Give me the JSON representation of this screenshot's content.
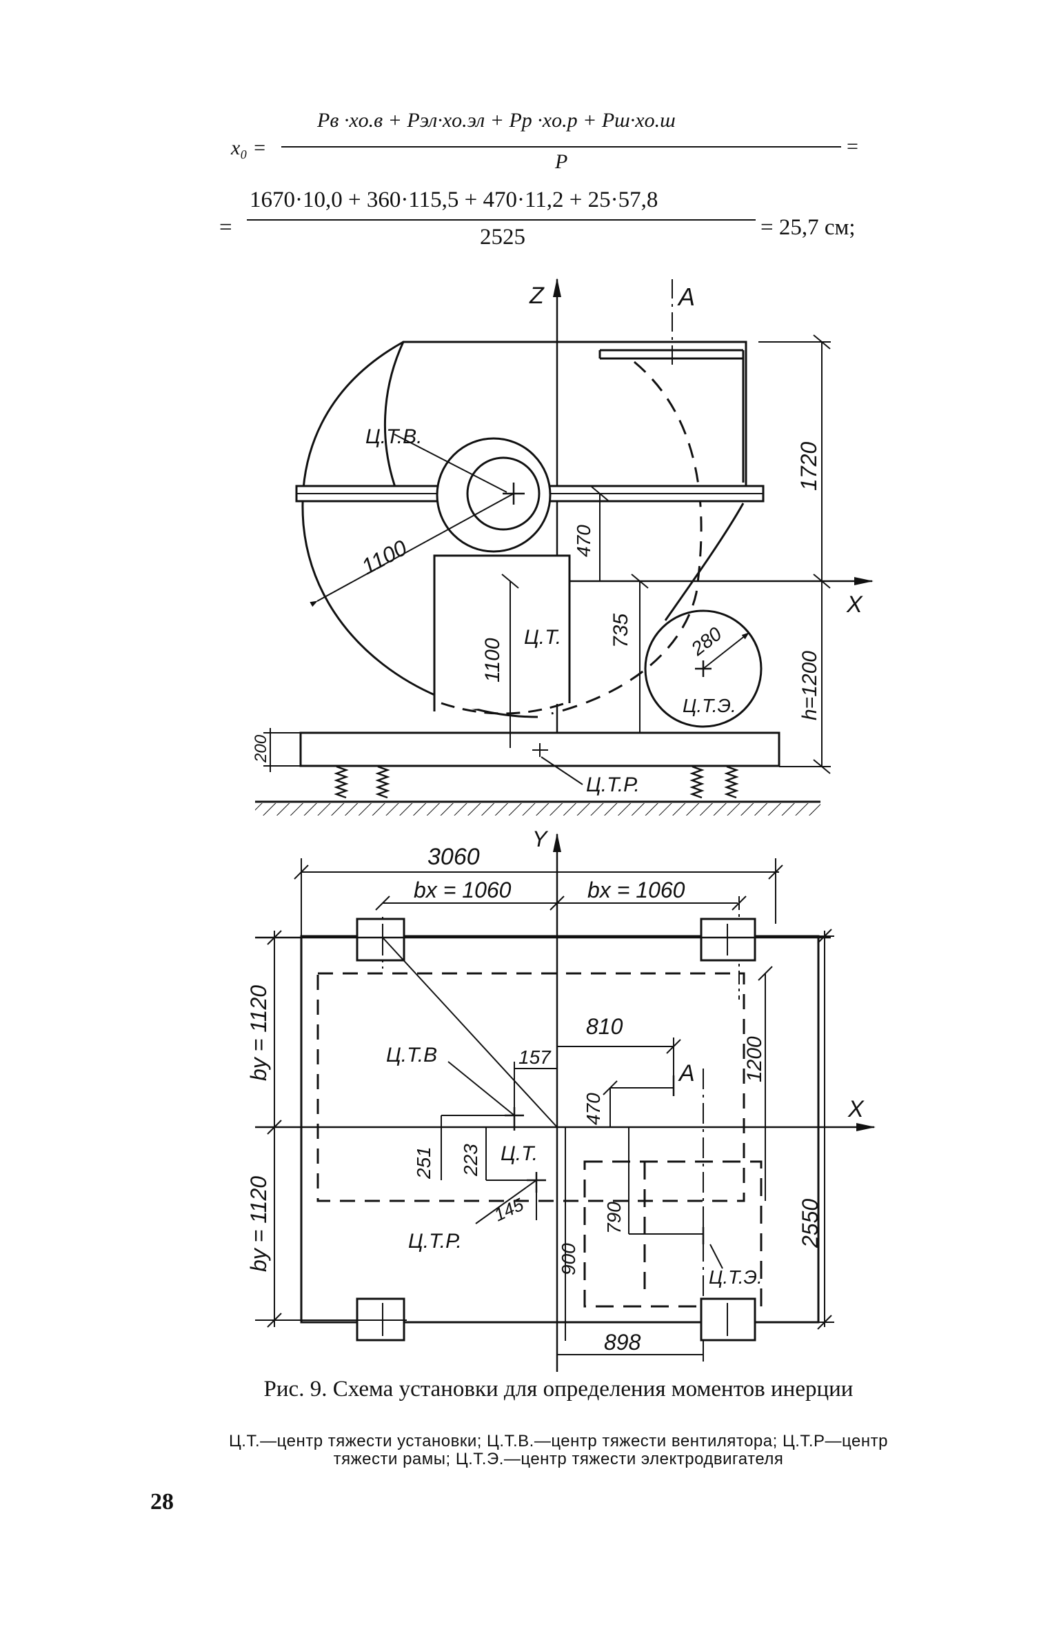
{
  "formula": {
    "lhs": "x₀ =",
    "numerator": "Pв ·xо.в + Pэл·xо.эл + Pр ·xо.р + Pш·xо.ш",
    "denominator": "P",
    "eq_tail": "=",
    "eq_lead": "=",
    "numeric_numerator": "1670·10,0 + 360·115,5 + 470·11,2 + 25·57,8",
    "numeric_denominator": "2525",
    "result": "= 25,7 см;"
  },
  "elevation": {
    "axis_z": "Z",
    "axis_x": "X",
    "section_a": "A",
    "labels": {
      "ctv": "Ц.Т.В.",
      "ct": "Ц.Т.",
      "cte": "Ц.Т.Э.",
      "ctr": "Ц.Т.Р."
    },
    "dims": {
      "r1100": "1100",
      "d470": "470",
      "d1720": "1720",
      "d1100v": "1100",
      "d735": "735",
      "d280": "280",
      "h1200": "h=1200",
      "d200": "200"
    }
  },
  "plan": {
    "axis_y": "Y",
    "axis_x": "X",
    "section_a": "A",
    "labels": {
      "ctv": "Ц.Т.В",
      "ct": "Ц.Т.",
      "cte": "Ц.Т.Э.",
      "ctr": "Ц.Т.Р."
    },
    "dims": {
      "d3060": "3060",
      "bx_left": "bx = 1060",
      "bx_right": "bx = 1060",
      "by_top": "by = 1120",
      "by_bottom": "by = 1120",
      "d810": "810",
      "d157": "157",
      "d470": "470",
      "d1200": "1200",
      "d251": "251",
      "d223": "223",
      "d145": "145",
      "d790": "790",
      "d900": "900",
      "d2550": "2550",
      "d898": "898"
    }
  },
  "caption": {
    "title": "Рис. 9. Схема установки для определения моментов инерции",
    "legend": "Ц.Т.—центр тяжести установки; Ц.Т.В.—центр тяжести вентилятора; Ц.Т.Р—центр тяжести рамы; Ц.Т.Э.—центр тяжести электродвигателя"
  },
  "page_number": "28"
}
